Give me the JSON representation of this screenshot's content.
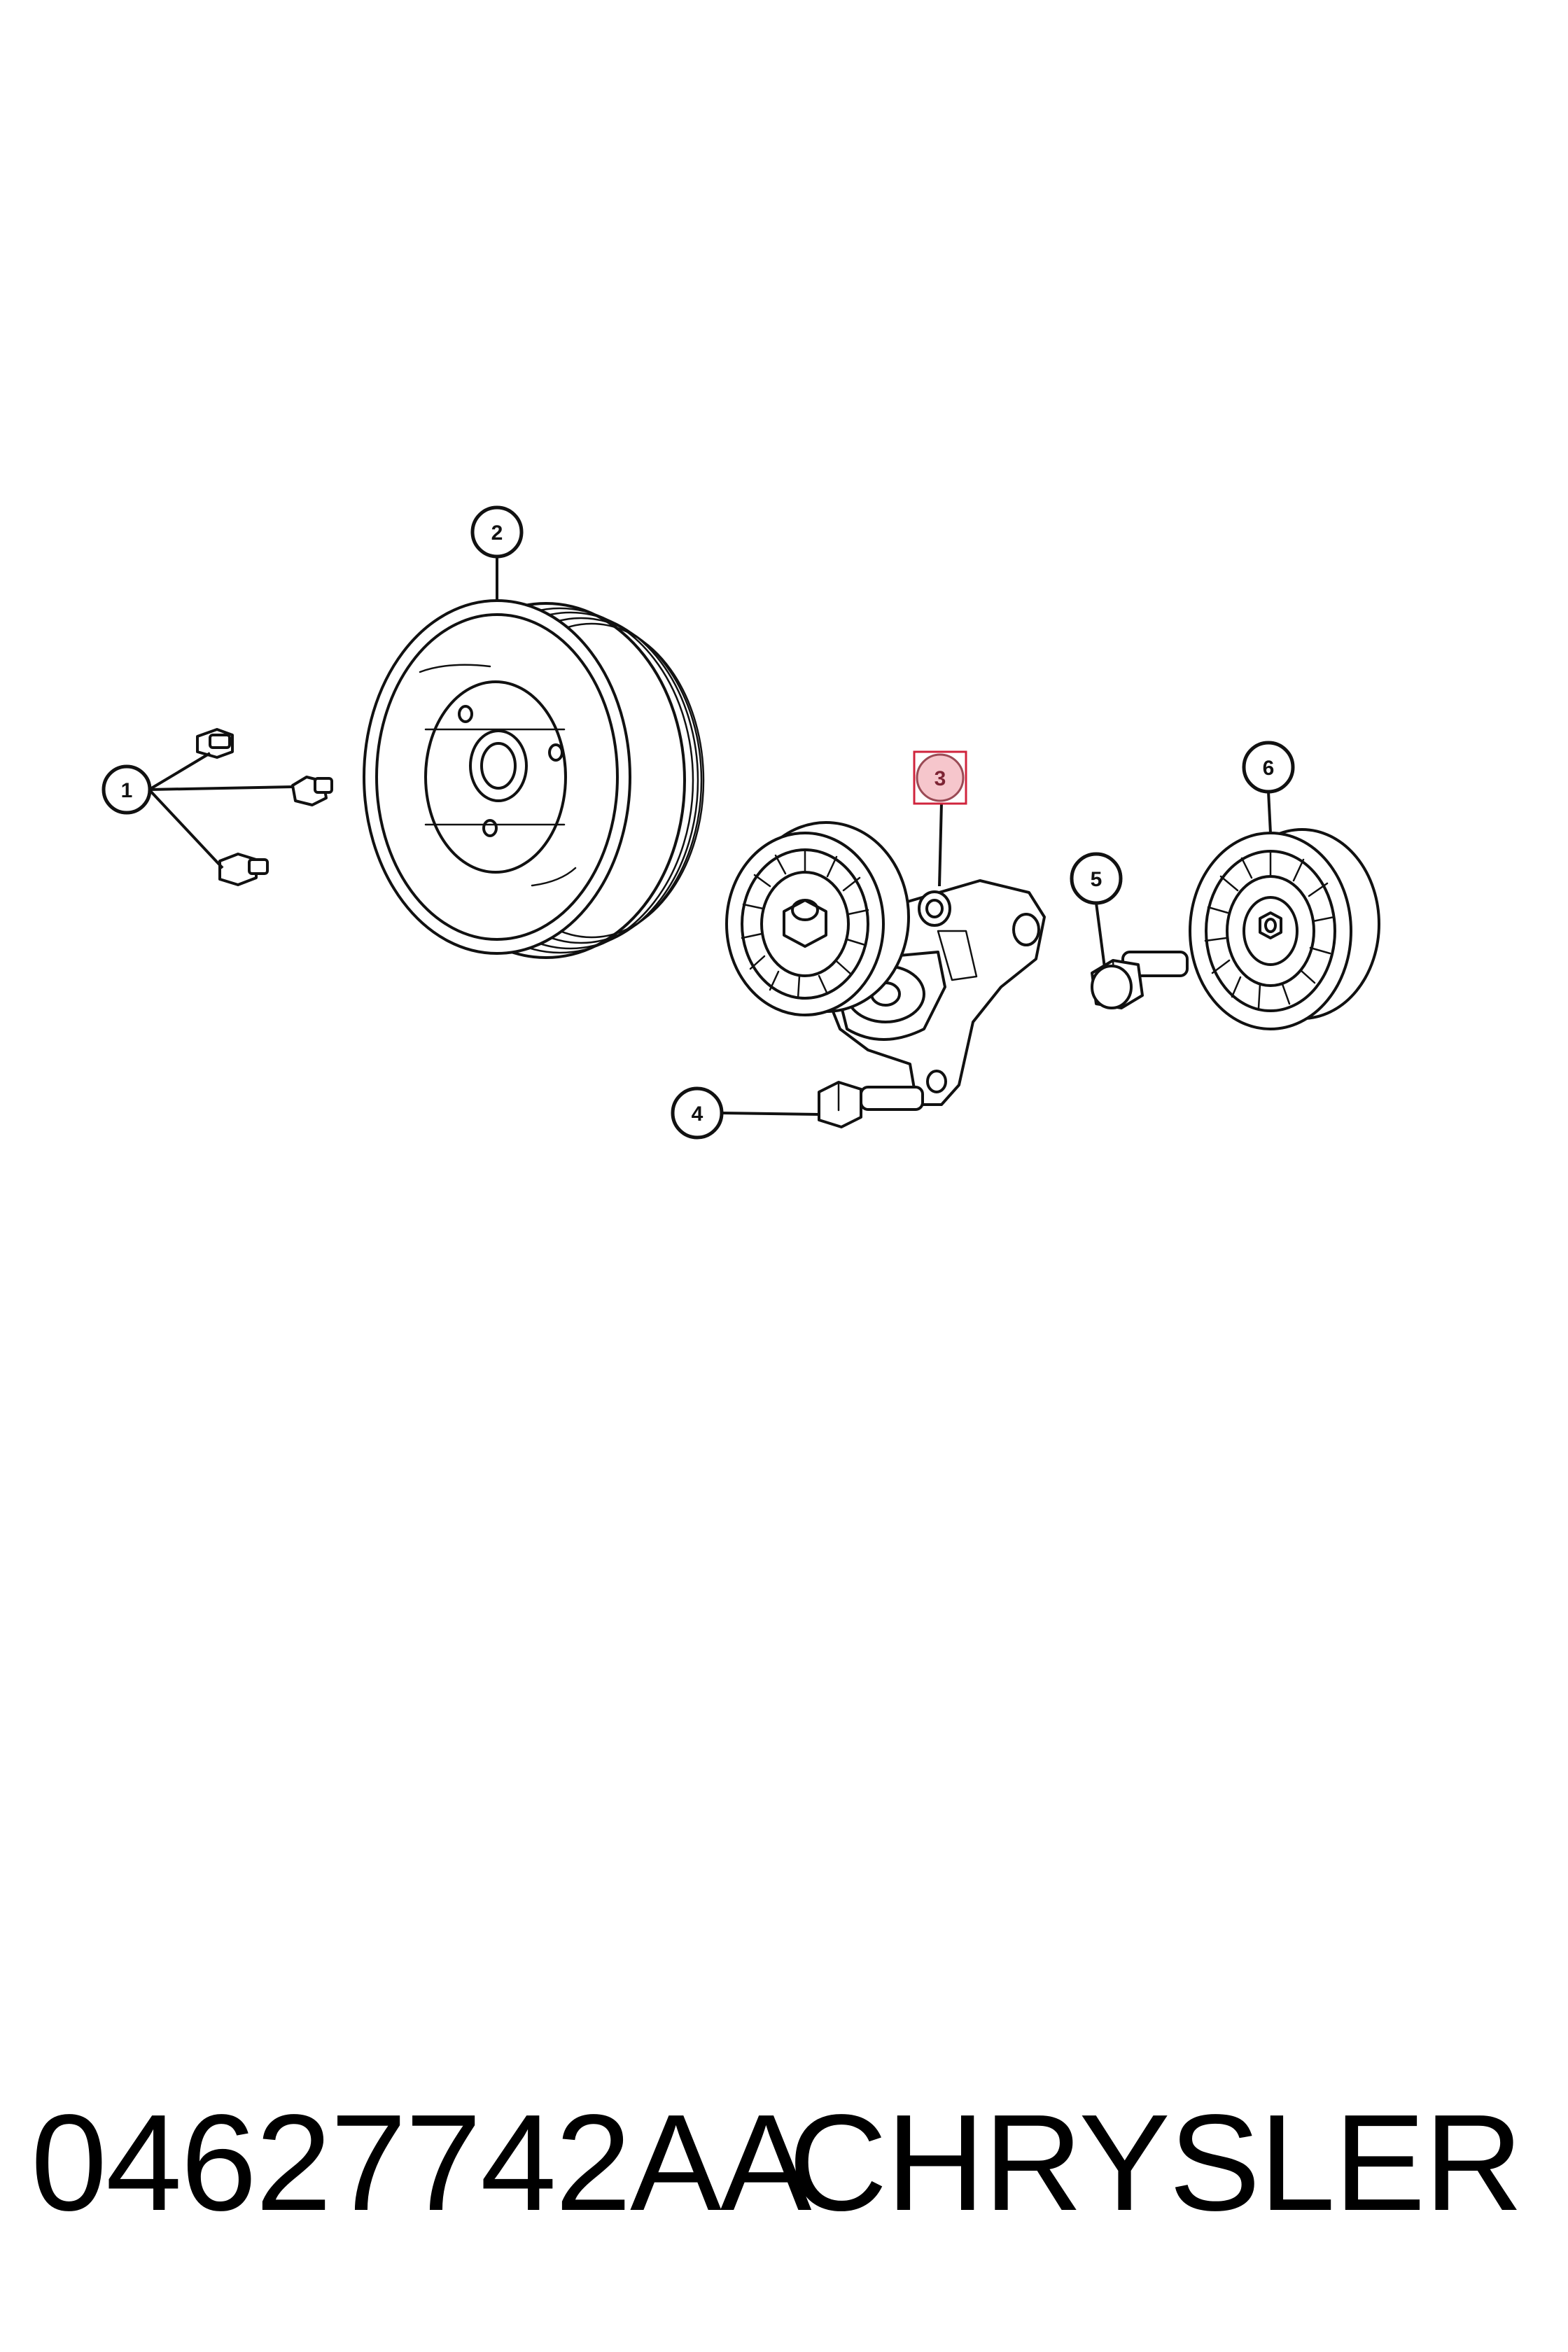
{
  "diagram": {
    "callouts": [
      {
        "id": "1",
        "label": "1"
      },
      {
        "id": "2",
        "label": "2"
      },
      {
        "id": "3",
        "label": "3",
        "highlighted": true
      },
      {
        "id": "4",
        "label": "4"
      },
      {
        "id": "5",
        "label": "5"
      },
      {
        "id": "6",
        "label": "6"
      }
    ],
    "highlight_color": "#f6c6cc"
  },
  "footer": {
    "part_number": "04627742AA",
    "brand": "CHRYSLER"
  }
}
